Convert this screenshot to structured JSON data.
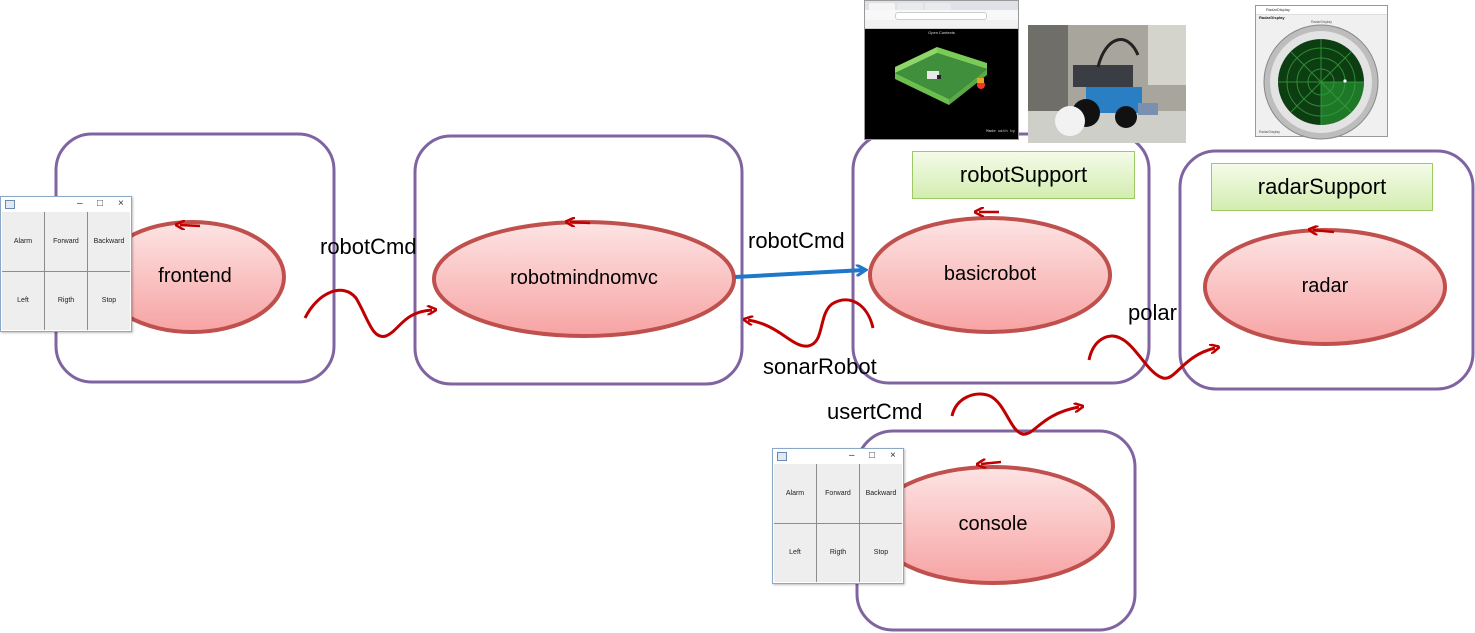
{
  "nodes": {
    "frontend": "frontend",
    "robotmind": "robotmindnomvc",
    "basicrobot": "basicrobot",
    "radar": "radar",
    "console": "console"
  },
  "supports": {
    "robot": "robotSupport",
    "radar": "radarSupport"
  },
  "messages": {
    "robotcmd_1": "robotCmd",
    "robotcmd_2": "robotCmd",
    "sonar": "sonarRobot",
    "polar": "polar",
    "usert": "usertCmd"
  },
  "control_window": {
    "buttons": [
      "Alarm",
      "Forward",
      "Backward",
      "Left",
      "Rigth",
      "Stop"
    ],
    "controls": [
      "–",
      "□",
      "×"
    ]
  },
  "screenshots": {
    "browser_title": "Open Contexts",
    "browser_footer": "Made with  by",
    "radar_title": "RadarDisplay",
    "radar_subtitle": "RadarDisplay",
    "radar_caption": "RadarDisplay",
    "radar_footer": "RadarDisplay"
  },
  "colors": {
    "context_border": "#8064a2",
    "node_fill_top": "#fbd8d8",
    "node_fill_bottom": "#f89a9a",
    "node_border": "#c0504d",
    "message_arrow": "#c00000",
    "dispatch_arrow": "#1f77c8",
    "support_fill": "#d9efbd",
    "support_border": "#9cc865"
  }
}
